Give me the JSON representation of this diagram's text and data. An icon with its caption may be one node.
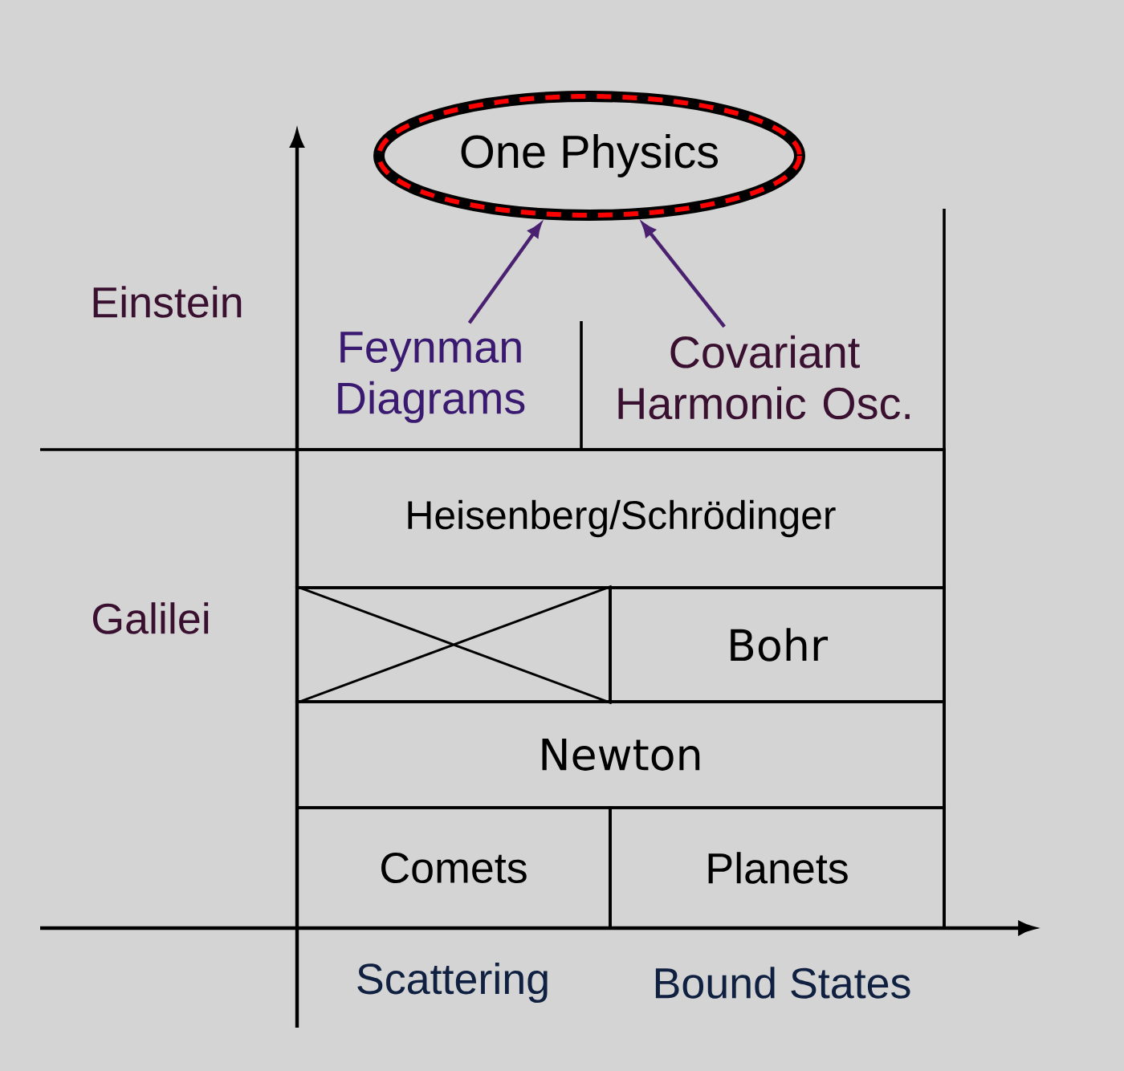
{
  "diagram": {
    "nodes": [
      {
        "text": [
          "One Physics"
        ]
      },
      {
        "text": [
          "Feynman Diagrams"
        ]
      },
      {
        "text": [
          "Covariant Harmonic Osc."
        ]
      },
      {
        "text": [
          "Heisenberg/Schrödinger"
        ]
      },
      {
        "text": [],
        "shape": "box"
      },
      {
        "text": [
          "Bohr"
        ]
      },
      {
        "text": [
          "Newton"
        ]
      },
      {
        "text": [
          "Comets"
        ]
      },
      {
        "text": [
          "Planets"
        ]
      }
    ],
    "edges": [
      {
        "from": 1,
        "to": 0,
        "arrow": "to"
      },
      {
        "from": 2,
        "to": 0,
        "arrow": "to"
      }
    ],
    "labels": [
      "Einstein",
      "Galilei",
      "Scattering",
      "Bound States"
    ]
  }
}
